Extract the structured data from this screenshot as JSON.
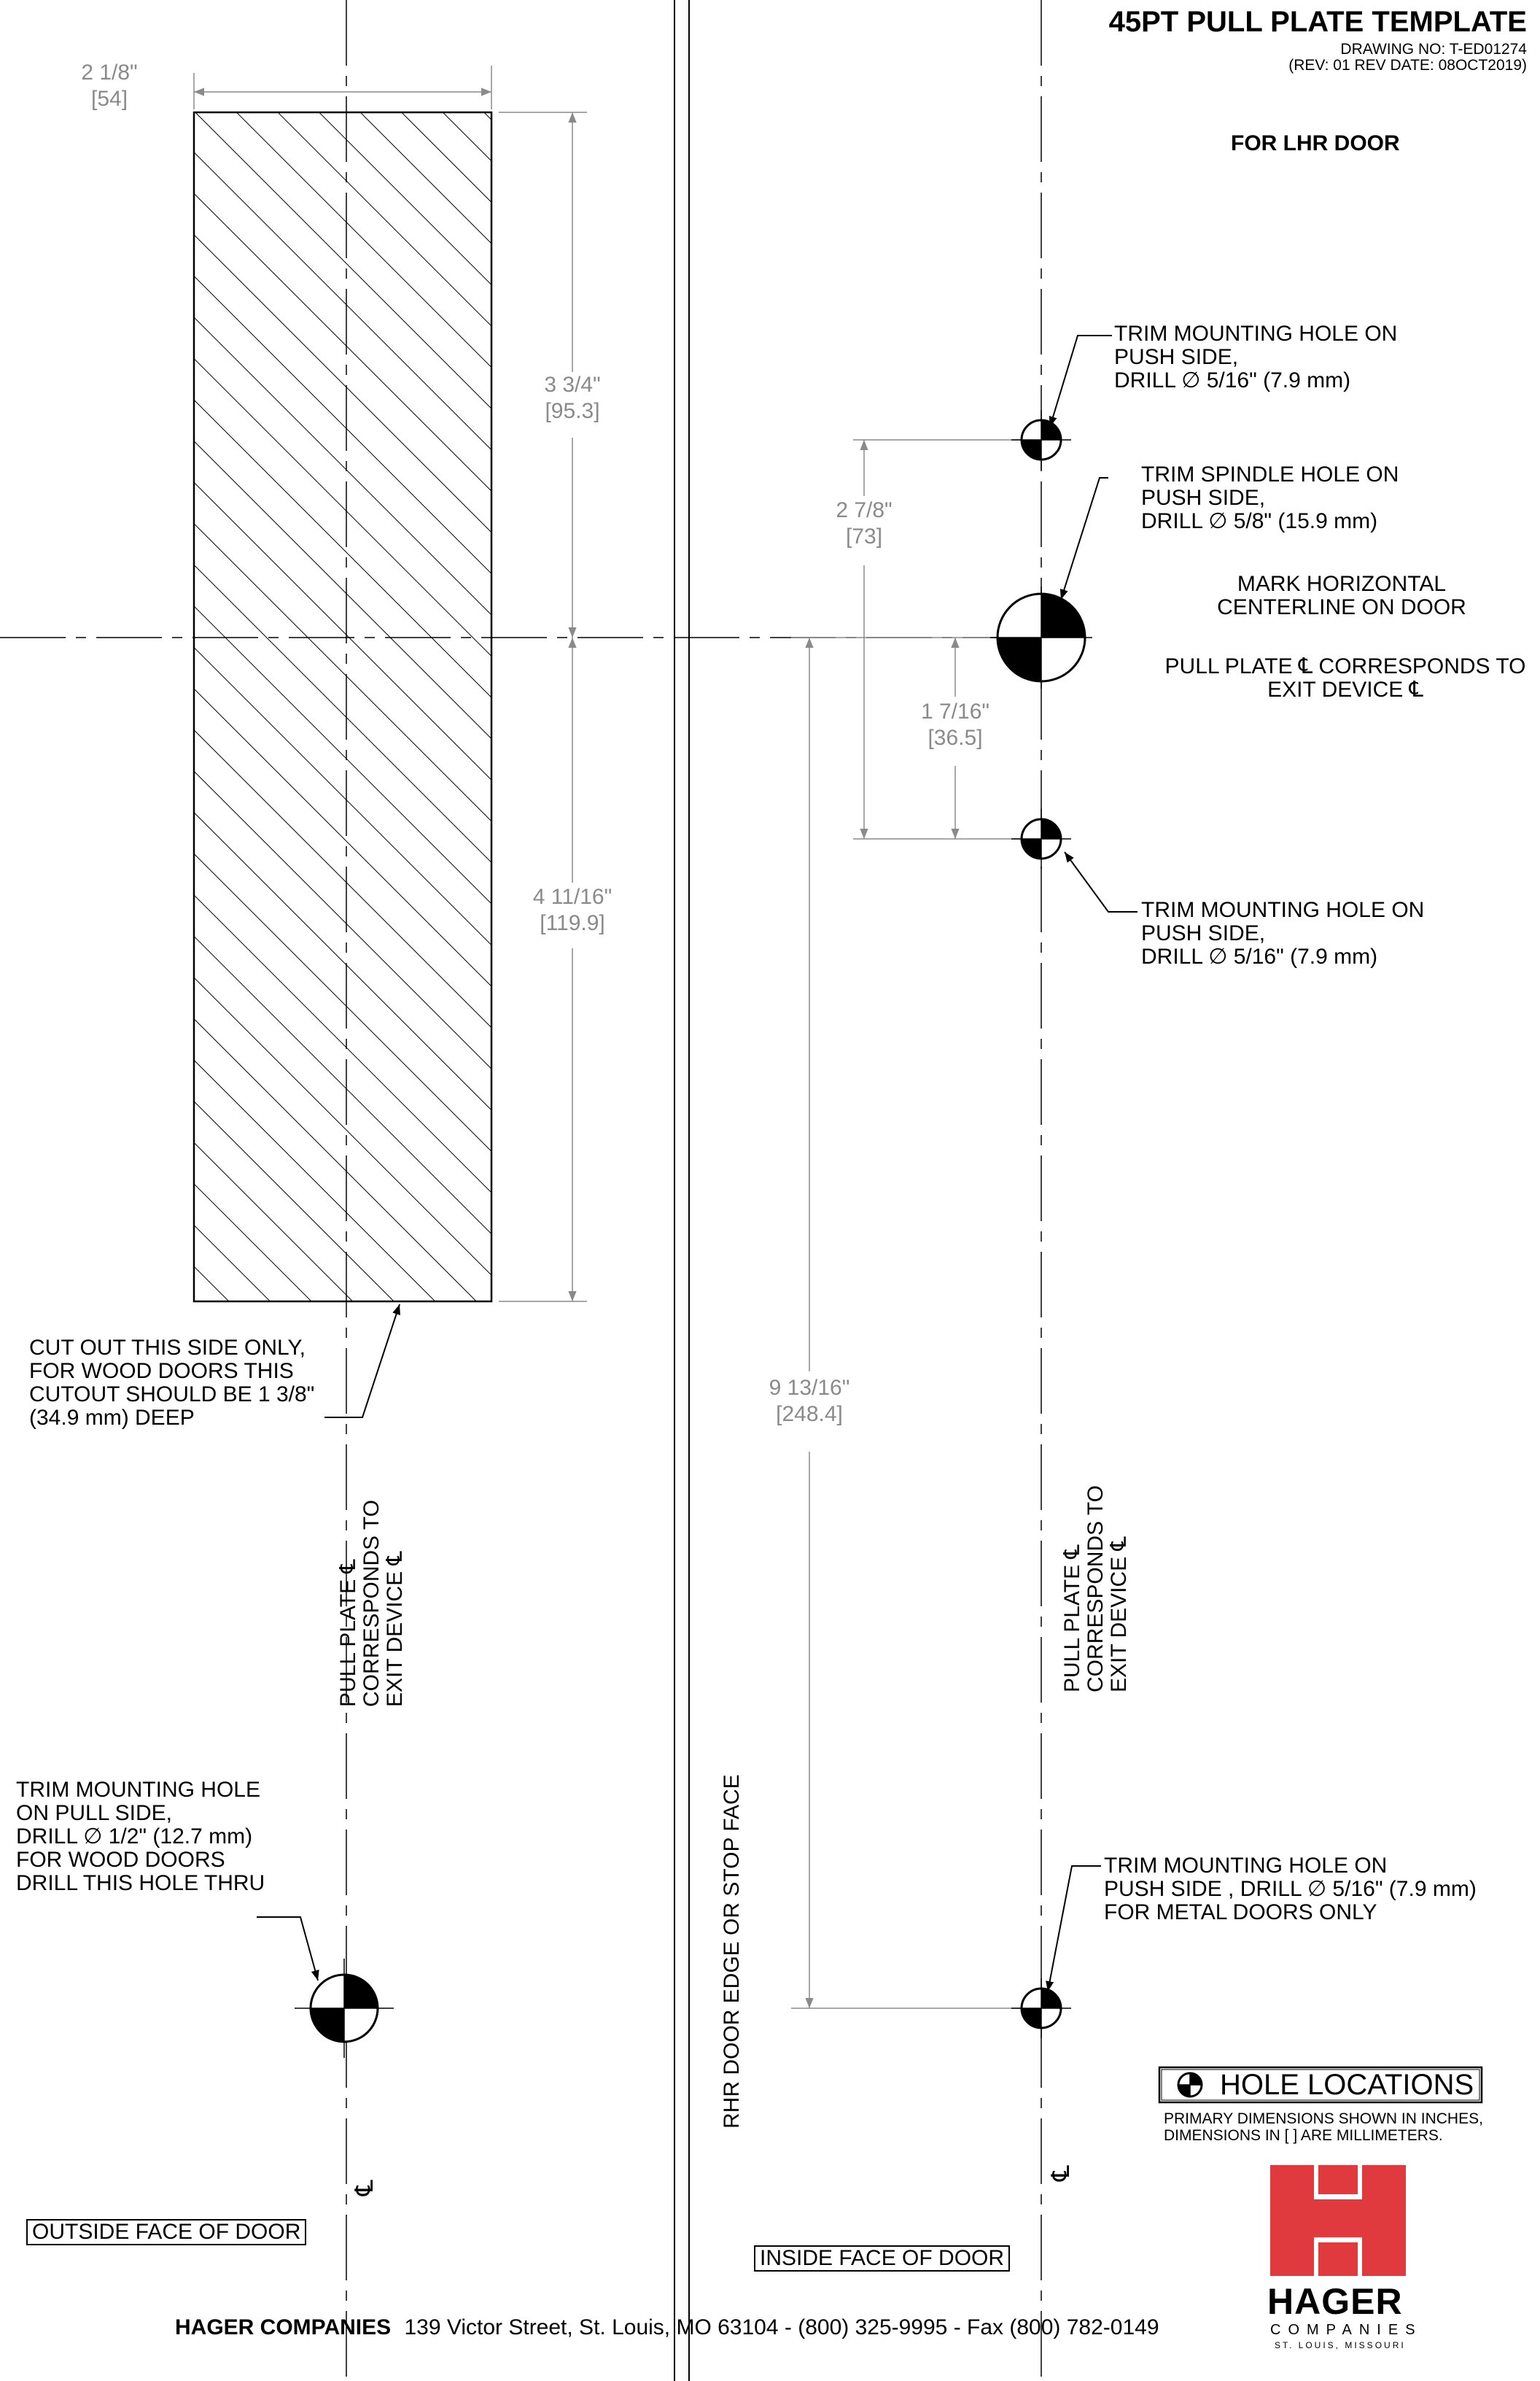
{
  "title": {
    "main": "45PT PULL PLATE TEMPLATE",
    "drawing_no": "DRAWING NO:  T-ED01274",
    "revision": "(REV: 01 REV DATE: 08OCT2019)",
    "door": "FOR LHR DOOR"
  },
  "dimensions": {
    "width": {
      "in": "2 1/8\"",
      "mm": "54"
    },
    "upper": {
      "in": "3 3/4\"",
      "mm": "95.3"
    },
    "lower": {
      "in": "4 11/16\"",
      "mm": "119.9"
    },
    "mount_upper": {
      "in": "2 7/8\"",
      "mm": "73"
    },
    "mount_lower": {
      "in": "1 7/16\"",
      "mm": "36.5"
    },
    "overall": {
      "in": "9 13/16\"",
      "mm": "248.4"
    }
  },
  "notes": {
    "trim_mount_top": [
      "TRIM MOUNTING HOLE ON",
      "PUSH SIDE,",
      "DRILL ∅ 5/16\" (7.9 mm)"
    ],
    "trim_spindle": [
      "TRIM SPINDLE HOLE ON",
      "PUSH SIDE,",
      "DRILL ∅ 5/8\" (15.9 mm)"
    ],
    "mark_centerline": [
      "MARK HORIZONTAL",
      "CENTERLINE ON DOOR"
    ],
    "pull_plate_corr": [
      "PULL PLATE ℄ CORRESPONDS TO",
      "EXIT DEVICE ℄"
    ],
    "trim_mount_bottom": [
      "TRIM MOUNTING HOLE ON",
      "PUSH SIDE,",
      "DRILL ∅ 5/16\"  (7.9 mm)"
    ],
    "cutout": [
      "CUT OUT THIS SIDE ONLY,",
      "FOR WOOD DOORS THIS",
      "CUTOUT SHOULD BE 1 3/8\"",
      "(34.9 mm) DEEP"
    ],
    "pull_plate_vertical_left": [
      "PULL PLATE ℄",
      "CORRESPONDS TO",
      "EXIT DEVICE ℄"
    ],
    "pull_plate_vertical_right": [
      "PULL PLATE ℄",
      "CORRESPONDS TO",
      "EXIT DEVICE ℄"
    ],
    "trim_pull_side": [
      "TRIM MOUNTING HOLE",
      "ON PULL SIDE,",
      "DRILL ∅ 1/2\" (12.7 mm)",
      "FOR WOOD DOORS",
      "DRILL THIS HOLE THRU"
    ],
    "trim_metal": [
      "TRIM MOUNTING HOLE ON",
      "PUSH SIDE , DRILL ∅ 5/16\" (7.9 mm)",
      "FOR METAL DOORS ONLY"
    ],
    "door_edge": "RHR DOOR EDGE OR STOP FACE",
    "centerline_symbol": "℄"
  },
  "legend": {
    "label": "HOLE LOCATIONS",
    "note_line1": "PRIMARY DIMENSIONS SHOWN IN INCHES,",
    "note_line2": "DIMENSIONS IN [ ] ARE MILLIMETERS."
  },
  "faces": {
    "outside": "OUTSIDE FACE OF DOOR",
    "inside": "INSIDE FACE OF DOOR"
  },
  "footer": {
    "company": "HAGER COMPANIES",
    "address": "139 Victor Street, St. Louis, MO 63104 - (800) 325-9995 - Fax (800) 782-0149"
  },
  "logo": {
    "name": "HAGER",
    "sub": "COMPANIES",
    "location": "ST. LOUIS, MISSOURI",
    "red": "#e03a3e"
  }
}
